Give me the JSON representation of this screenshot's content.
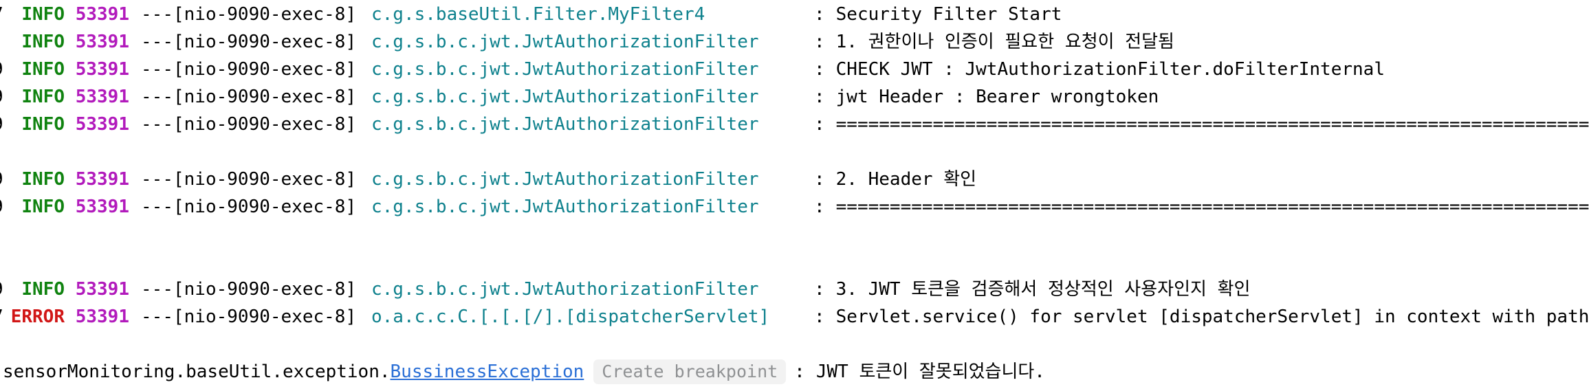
{
  "console": {
    "separator": ":",
    "colors": {
      "info_green": "#108310",
      "error_red": "#d11616",
      "pid_magenta": "#b21bbc",
      "logger_teal": "#0e818d",
      "link_blue": "#2a6fd6",
      "badge_bg": "#f2f2f2",
      "badge_text": "#8f9193",
      "text": "#000000",
      "background": "#ffffff"
    },
    "lines": [
      {
        "frag": "7",
        "level": "INFO",
        "pid": "53391",
        "dashes": "---",
        "thread": "[nio-9090-exec-8]",
        "logger": "c.g.s.baseUtil.Filter.MyFilter4",
        "msg": "Security Filter Start"
      },
      {
        "frag": ":",
        "level": "INFO",
        "pid": "53391",
        "dashes": "---",
        "thread": "[nio-9090-exec-8]",
        "logger": "c.g.s.b.c.jwt.JwtAuthorizationFilter",
        "msg": "1. 권한이나 인증이 필요한 요청이 전달됨"
      },
      {
        "frag": "9",
        "level": "INFO",
        "pid": "53391",
        "dashes": "---",
        "thread": "[nio-9090-exec-8]",
        "logger": "c.g.s.b.c.jwt.JwtAuthorizationFilter",
        "msg": "CHECK JWT : JwtAuthorizationFilter.doFilterInternal"
      },
      {
        "frag": "9",
        "level": "INFO",
        "pid": "53391",
        "dashes": "---",
        "thread": "[nio-9090-exec-8]",
        "logger": "c.g.s.b.c.jwt.JwtAuthorizationFilter",
        "msg": "jwt Header : Bearer wrongtoken"
      },
      {
        "frag": "9",
        "level": "INFO",
        "pid": "53391",
        "dashes": "---",
        "thread": "[nio-9090-exec-8]",
        "logger": "c.g.s.b.c.jwt.JwtAuthorizationFilter",
        "msg": "======================================================================"
      },
      {
        "blank": true
      },
      {
        "frag": "9",
        "level": "INFO",
        "pid": "53391",
        "dashes": "---",
        "thread": "[nio-9090-exec-8]",
        "logger": "c.g.s.b.c.jwt.JwtAuthorizationFilter",
        "msg": "2. Header 확인"
      },
      {
        "frag": "9",
        "level": "INFO",
        "pid": "53391",
        "dashes": "---",
        "thread": "[nio-9090-exec-8]",
        "logger": "c.g.s.b.c.jwt.JwtAuthorizationFilter",
        "msg": "======================================================================"
      },
      {
        "blank": true
      },
      {
        "blank": true
      },
      {
        "frag": "9",
        "level": "INFO",
        "pid": "53391",
        "dashes": "---",
        "thread": "[nio-9090-exec-8]",
        "logger": "c.g.s.b.c.jwt.JwtAuthorizationFilter",
        "msg": "3. JWT 토큰을 검증해서 정상적인 사용자인지 확인"
      },
      {
        "frag": "7",
        "level": "ERROR",
        "pid": "53391",
        "dashes": "---",
        "thread": "[nio-9090-exec-8]",
        "logger": "o.a.c.c.C.[.[.[/].[dispatcherServlet]",
        "msg": "Servlet.service() for servlet [dispatcherServlet] in context with path"
      },
      {
        "blank": true
      },
      {
        "exception": true,
        "prefix": "sensorMonitoring.baseUtil.exception.",
        "link": "BussinessException",
        "badge": "Create breakpoint",
        "msg": "JWT 토큰이 잘못되었습니다."
      }
    ]
  }
}
